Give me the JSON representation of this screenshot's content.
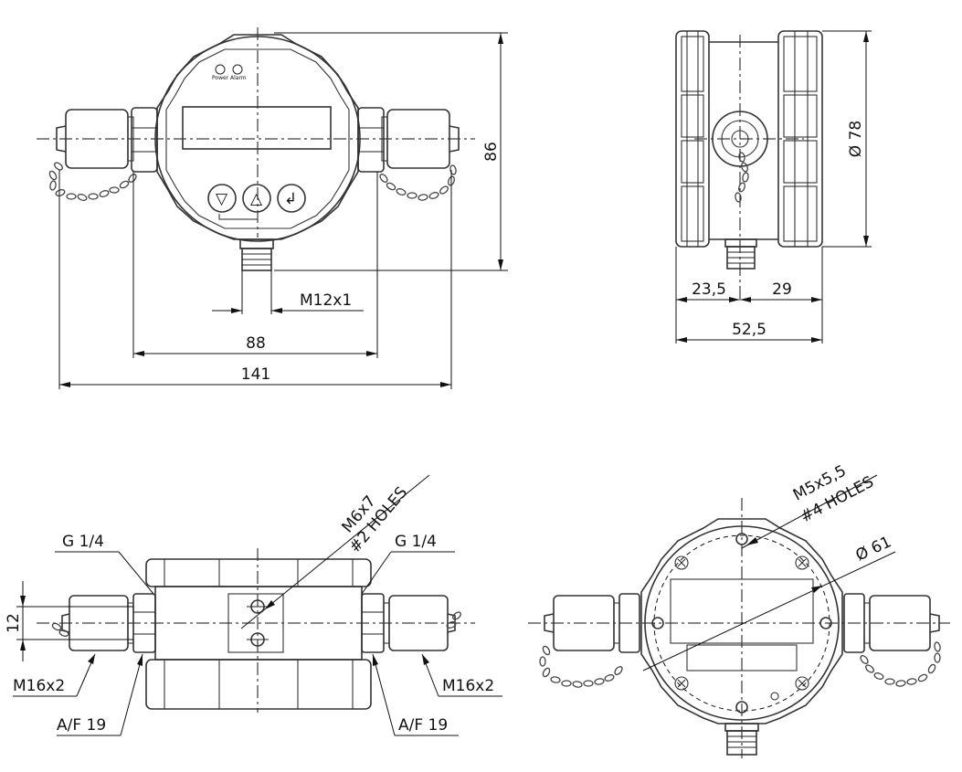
{
  "front_view": {
    "indicators": [
      "Power",
      "Alarm"
    ],
    "buttons": [
      "▽",
      "△",
      "↲"
    ],
    "dim_height": "86",
    "dim_port": "M12x1",
    "dim_inner_width": "88",
    "dim_total_width": "141"
  },
  "side_view": {
    "dim_diameter": "Ø 78",
    "dim_left": "23,5",
    "dim_right": "29",
    "dim_total": "52,5"
  },
  "bottom_view": {
    "label_holes_size": "M6x7",
    "label_holes_count": "#2 HOLES",
    "label_thread_left": "G 1/4",
    "label_thread_right": "G 1/4",
    "dim_height": "12",
    "label_cap_left": "M16x2",
    "label_cap_right": "M16x2",
    "label_af_left": "A/F 19",
    "label_af_right": "A/F 19"
  },
  "back_view": {
    "label_holes_size": "M5x5,5",
    "label_holes_count": "#4 HOLES",
    "dim_diameter": "Ø 61"
  }
}
